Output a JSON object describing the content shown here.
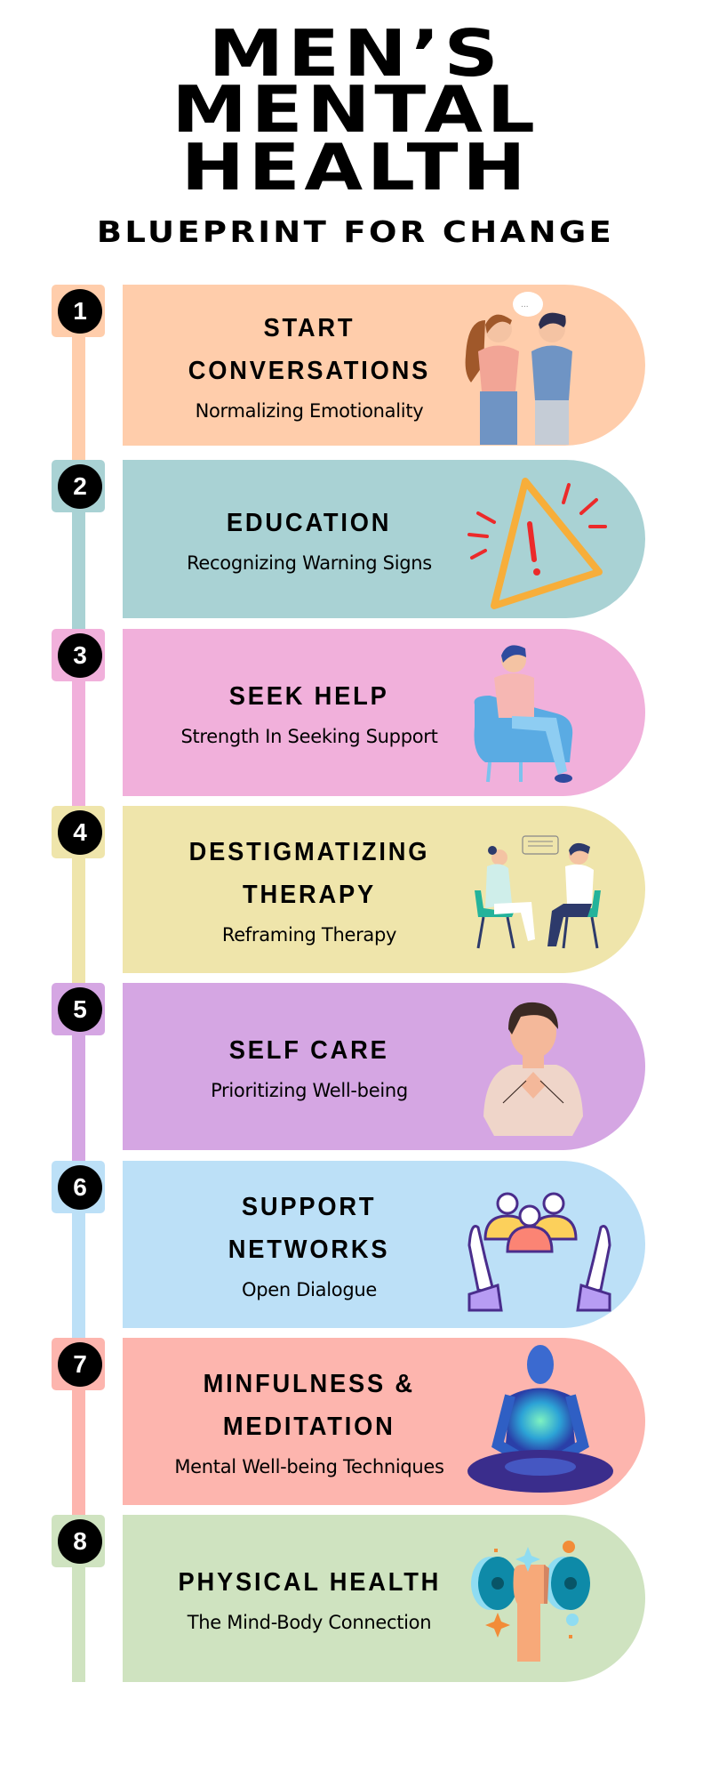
{
  "header": {
    "title_lines": [
      "MEN’S",
      "MENTAL",
      "HEALTH"
    ],
    "subtitle": "BLUEPRINT FOR CHANGE"
  },
  "steps": [
    {
      "number": "1",
      "title_lines": [
        "START",
        "CONVERSATIONS"
      ],
      "subtitle": "Normalizing Emotionality",
      "color": "#FFCDAB",
      "icon": "two-people-talking-icon"
    },
    {
      "number": "2",
      "title_lines": [
        "EDUCATION"
      ],
      "subtitle": "Recognizing Warning Signs",
      "color": "#A9D2D4",
      "icon": "warning-triangle-icon"
    },
    {
      "number": "3",
      "title_lines": [
        "SEEK HELP"
      ],
      "subtitle": "Strength In Seeking Support",
      "color": "#F1B0DB",
      "icon": "person-in-armchair-icon"
    },
    {
      "number": "4",
      "title_lines": [
        "DESTIGMATIZING",
        "THERAPY"
      ],
      "subtitle": "Reframing Therapy",
      "color": "#EFE5AB",
      "icon": "therapy-session-icon"
    },
    {
      "number": "5",
      "title_lines": [
        "SELF CARE"
      ],
      "subtitle": "Prioritizing Well-being",
      "color": "#D5A6E3",
      "icon": "self-hug-icon"
    },
    {
      "number": "6",
      "title_lines": [
        "SUPPORT",
        "NETWORKS"
      ],
      "subtitle": "Open Dialogue",
      "color": "#BCE0F7",
      "icon": "group-in-hands-icon"
    },
    {
      "number": "7",
      "title_lines": [
        "MINFULNESS &",
        "MEDITATION"
      ],
      "subtitle": "Mental Well-being Techniques",
      "color": "#FDB5AE",
      "icon": "meditating-figure-icon"
    },
    {
      "number": "8",
      "title_lines": [
        "PHYSICAL HEALTH"
      ],
      "subtitle": "The Mind-Body Connection",
      "color": "#CFE3C0",
      "icon": "dumbbell-hand-icon"
    }
  ]
}
